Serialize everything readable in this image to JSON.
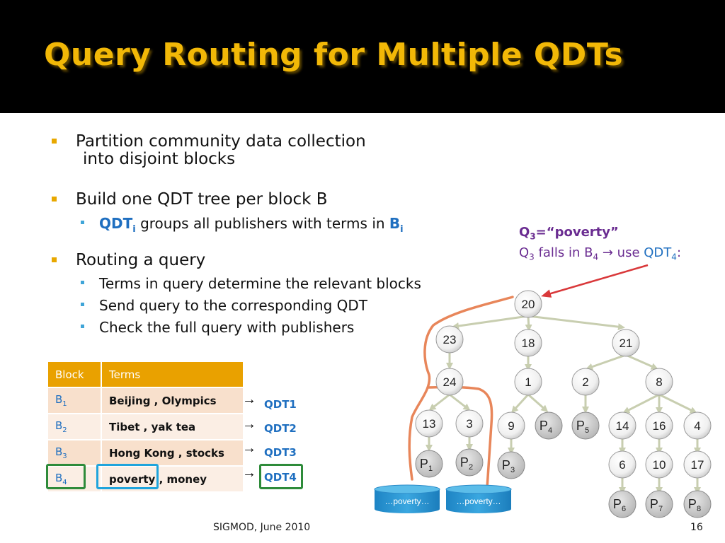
{
  "slide": {
    "title": "Query Routing for Multiple QDTs",
    "bullets": [
      {
        "lines": [
          "Partition community data collection",
          "into disjoint blocks"
        ]
      },
      {
        "text": "Build one QDT tree per block B",
        "sub": [
          {
            "pre": "QDT",
            "pre_sub": "i",
            "mid": " groups all publishers with terms in ",
            "post": "B",
            "post_sub": "i"
          }
        ]
      },
      {
        "text": "Routing a query",
        "sub": [
          {
            "text": "Terms in query determine the relevant blocks"
          },
          {
            "text": "Send query to the corresponding QDT"
          },
          {
            "text": "Check the full query with publishers"
          }
        ]
      }
    ],
    "footer_left": "SIGMOD, June 2010",
    "page_number": "16"
  },
  "query": {
    "label_prefix": "Q",
    "label_sub": "3",
    "label_value": "=“poverty”",
    "falls_q": "Q",
    "falls_q_sub": "3",
    "falls_text": " falls in B",
    "falls_b_sub": "4",
    "arrow": "→",
    "use_text": " use ",
    "use_qdt": "QDT",
    "use_qdt_sub": "4",
    "colon": ":"
  },
  "table": {
    "headers": [
      "Block",
      "Terms"
    ],
    "rows": [
      {
        "block": "B",
        "sub": "1",
        "terms": "Beijing , Olympics",
        "qdt": "QDT1"
      },
      {
        "block": "B",
        "sub": "2",
        "terms": "Tibet , yak tea",
        "qdt": "QDT2"
      },
      {
        "block": "B",
        "sub": "3",
        "terms": "Hong Kong , stocks",
        "qdt": "QDT3"
      },
      {
        "block": "B",
        "sub": "4",
        "terms_highlight": "poverty",
        "terms_rest": " , money",
        "qdt": "QDT4"
      }
    ],
    "arrow": "→"
  },
  "tree": {
    "nodes": [
      "20",
      "23",
      "18",
      "21",
      "24",
      "1",
      "2",
      "8",
      "13",
      "3",
      "9",
      "14",
      "16",
      "4",
      "6",
      "10",
      "17"
    ],
    "publishers": [
      {
        "p": "P",
        "s": "1"
      },
      {
        "p": "P",
        "s": "2"
      },
      {
        "p": "P",
        "s": "3"
      },
      {
        "p": "P",
        "s": "4"
      },
      {
        "p": "P",
        "s": "5"
      },
      {
        "p": "P",
        "s": "6"
      },
      {
        "p": "P",
        "s": "7"
      },
      {
        "p": "P",
        "s": "8"
      }
    ],
    "databases": [
      "…poverty…",
      "…poverty…"
    ]
  },
  "colors": {
    "title": "#f2b807",
    "accent_blue": "#1f6fc0",
    "purple": "#6a2c91",
    "route_orange": "#e8865a",
    "query_arrow": "#d9383a",
    "box_green": "#2e8b3a",
    "box_cyan": "#1fa4dc"
  }
}
